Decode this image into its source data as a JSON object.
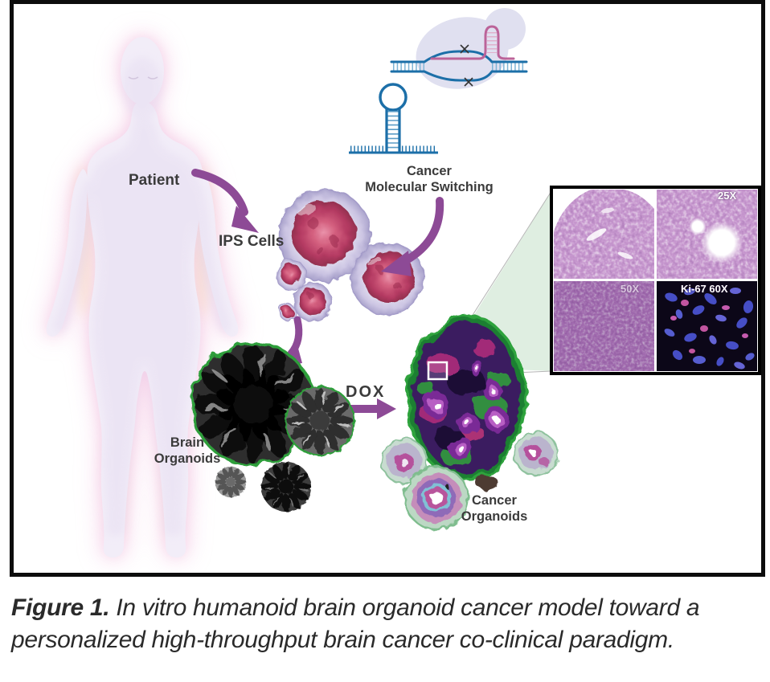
{
  "figure": {
    "type": "scientific-diagram",
    "labels": {
      "patient": "Patient",
      "ips_cells": "IPS Cells",
      "switching_line1": "Cancer",
      "switching_line2": "Molecular Switching",
      "brain_line1": "Brain",
      "brain_line2": "Organoids",
      "dox": "DOX",
      "cancer_line1": "Cancer",
      "cancer_line2": "Organoids"
    },
    "micrograph_labels": {
      "top_right": "25X",
      "bottom_left": "50X",
      "bottom_right": "Ki-67 60X"
    },
    "caption": {
      "prefix": "Figure 1.",
      "line1": "In vitro humanoid brain organoid cancer model toward a",
      "line2": "personalized high-throughput brain cancer co-clinical paradigm."
    },
    "colors": {
      "arrow_purple": "#8d4a96",
      "organoid_rim_green": "#2f9e3a",
      "wedge_green": "#d9ebdc",
      "molecule_blue": "#1c6fa8",
      "molecule_pink": "#bb6399",
      "label_text": "#3b3b3b",
      "frame_border": "#0d0d0d"
    }
  }
}
